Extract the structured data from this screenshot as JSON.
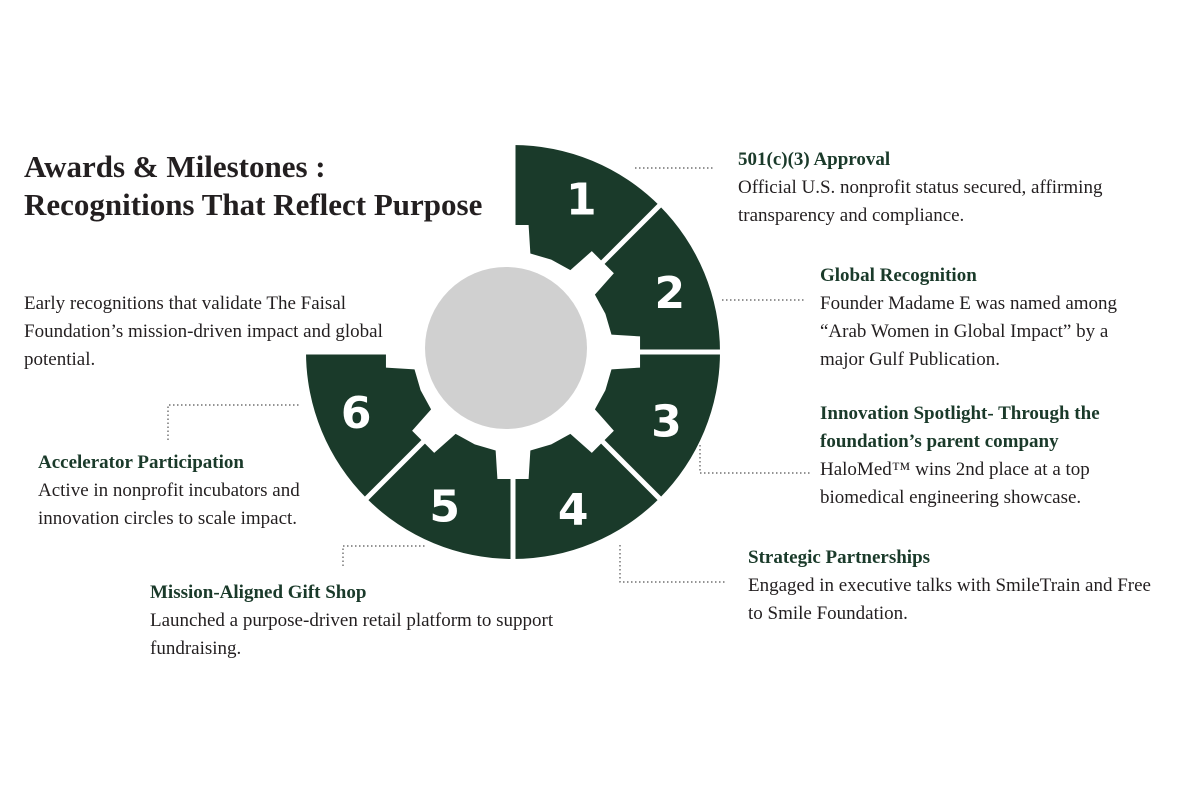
{
  "title": "Awards & Milestones : Recognitions That Reflect Purpose",
  "intro": "Early recognitions that validate The Faisal Foundation’s mission-driven impact and global potential.",
  "colors": {
    "segment": "#1a3a2a",
    "center": "#d0d0d0",
    "leader": "#555555"
  },
  "milestones": [
    {
      "number": "1",
      "title": "501(c)(3) Approval",
      "text": "Official U.S. nonprofit status secured, affirming transparency and compliance."
    },
    {
      "number": "2",
      "title": "Global Recognition",
      "text": "Founder Madame E was named among “Arab Women in Global Impact” by a major Gulf Publication."
    },
    {
      "number": "3",
      "title": "Innovation Spotlight- Through the foundation’s parent company",
      "text": "HaloMed™ wins 2nd place at a top biomedical engineering showcase."
    },
    {
      "number": "4",
      "title": "Strategic Partnerships",
      "text": "Engaged in executive talks with SmileTrain and Free to Smile Foundation."
    },
    {
      "number": "5",
      "title": "Mission-Aligned Gift Shop",
      "text": "Launched a purpose-driven retail platform to support fundraising."
    },
    {
      "number": "6",
      "title": "Accelerator Participation",
      "text": "Active in nonprofit incubators and innovation circles to scale impact."
    }
  ]
}
